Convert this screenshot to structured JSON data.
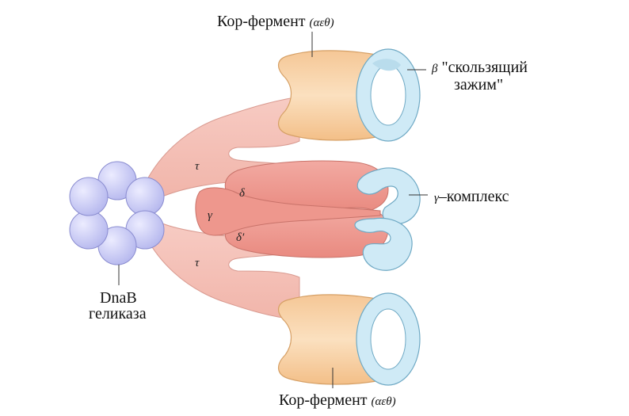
{
  "labels": {
    "core_top_text": "Кор-фермент",
    "core_top_sub": "(αεθ)",
    "beta_symbol": "β",
    "beta_text_line1": "\"скользящий",
    "beta_text_line2": "зажим\"",
    "gamma_complex_symbol": "γ",
    "gamma_complex_text": "–комплекс",
    "helicase_line1": "DnaB",
    "helicase_line2": "геликаза",
    "core_bottom_text": "Кор-фермент",
    "core_bottom_sub": "(αεθ)"
  },
  "subunits": {
    "tau_top": "τ",
    "tau_bottom": "τ",
    "gamma": "γ",
    "delta": "δ",
    "delta_prime": "δ′"
  },
  "colors": {
    "helicase": "#c6c8f4",
    "tau_pink": "#f5c2b9",
    "complex_red": "#ee9990",
    "core_orange": "#f7d0a4",
    "clamp_blue": "#cdeaf5"
  }
}
